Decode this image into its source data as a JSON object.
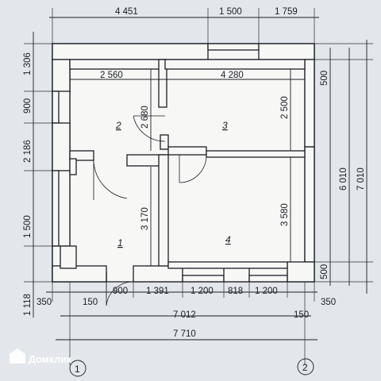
{
  "dimensions": {
    "top": [
      "4 451",
      "1 500",
      "1 759"
    ],
    "left": [
      "1 306",
      "900",
      "2 186",
      "1 500",
      "1 118"
    ],
    "right": [
      "500",
      "6 010",
      "7 010",
      "500"
    ],
    "bottom_row1": [
      "350",
      "150",
      "900",
      "1 391",
      "1 200",
      "818",
      "1 200",
      "350"
    ],
    "bottom_total_inner": "7 012",
    "bottom_right_small": "150",
    "bottom_total": "7 710",
    "room2_width": "2 560",
    "room3_width": "4 280",
    "room2_height": "2 680",
    "room3_height": "2 500",
    "room1_height": "3 170",
    "room4_height": "3 580"
  },
  "rooms": [
    "1",
    "2",
    "3",
    "4"
  ],
  "axes": [
    "1",
    "2"
  ],
  "watermark": "Домклик"
}
